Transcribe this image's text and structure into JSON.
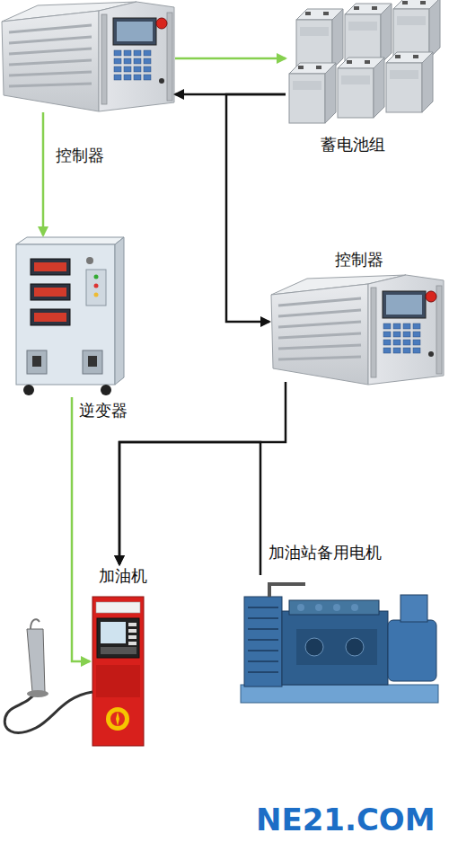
{
  "diagram": {
    "nodes": [
      {
        "text": [
          "控制器"
        ]
      },
      {
        "text": [
          "蓄电池组"
        ]
      },
      {
        "text": [
          "逆变器"
        ]
      },
      {
        "text": [
          "控制器"
        ]
      },
      {
        "text": [
          "加油机"
        ]
      },
      {
        "text": [
          "加油站备用电机"
        ]
      }
    ],
    "edges": [
      {
        "from": 0,
        "to": 1,
        "arrow": "to"
      },
      {
        "from": 1,
        "to": 0,
        "arrow": "to"
      },
      {
        "from": 1,
        "to": 3,
        "arrow": "to"
      },
      {
        "from": 0,
        "to": 2,
        "arrow": "to"
      },
      {
        "from": 2,
        "to": 4,
        "arrow": "to"
      },
      {
        "from": 3,
        "to": 4,
        "arrow": "to"
      },
      {
        "from": 5,
        "to": 4,
        "arrow": "to"
      }
    ],
    "labels": [
      "NE21.COM"
    ]
  }
}
